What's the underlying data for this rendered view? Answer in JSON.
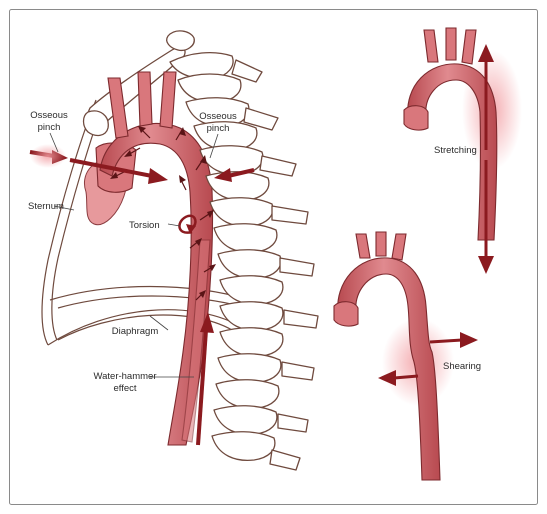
{
  "labels": {
    "osseous_pinch_left": [
      "Osseous",
      "pinch"
    ],
    "osseous_pinch_right": [
      "Osseous",
      "pinch"
    ],
    "sternum": "Sternum",
    "torsion": "Torsion",
    "diaphragm": "Diaphragm",
    "water_hammer": [
      "Water-hammer",
      "effect"
    ],
    "stretching": "Stretching",
    "shearing": "Shearing"
  },
  "colors": {
    "vessel": "#d9777c",
    "vessel_dark": "#b84a50",
    "force_arrow": "#8b1a1f",
    "bone_outline": "#6f4a3e",
    "glow": "#f0a0a4"
  }
}
